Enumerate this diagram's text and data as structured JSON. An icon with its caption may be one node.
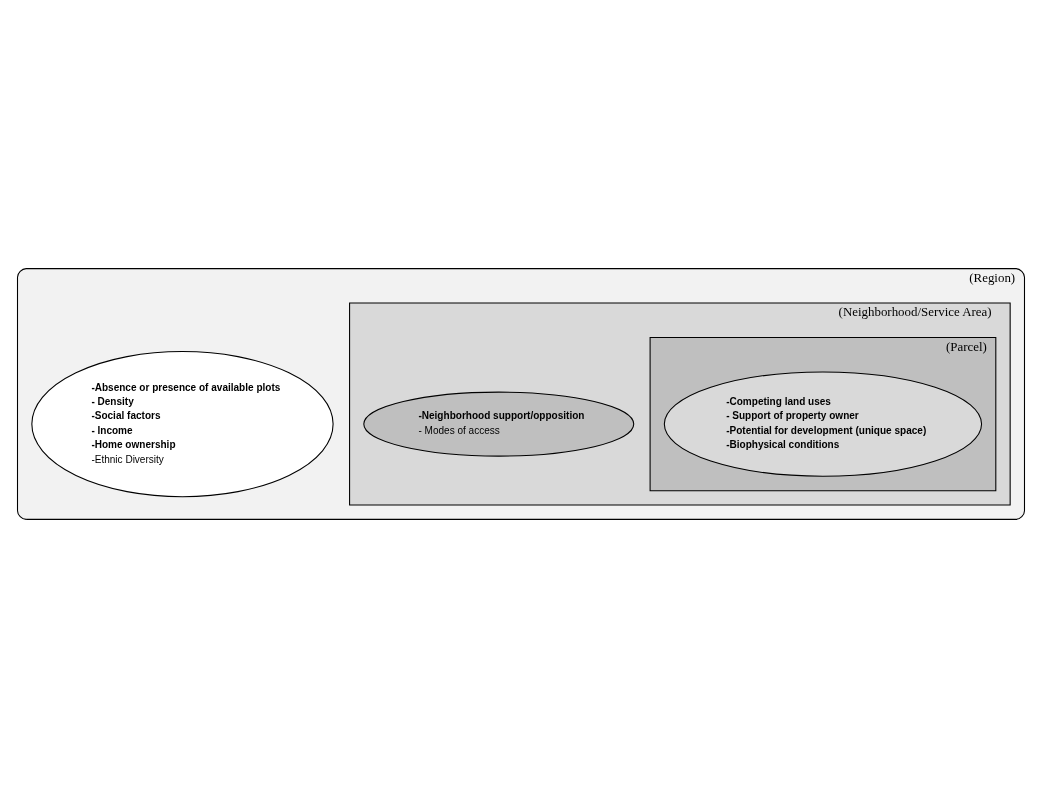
{
  "diagram": {
    "nodes": [
      {
        "text": [
          "(Region)"
        ]
      },
      {
        "text": [
          "-Absence or presence of available plots",
          "- Density",
          "-Social factors",
          "- Income",
          "-Home ownership",
          "-Ethnic Diversity"
        ],
        "in": 0
      },
      {
        "text": [
          "(Neighborhood/Service Area)"
        ],
        "in": 0
      },
      {
        "text": [
          "-Neighborhood support/opposition",
          "- Modes of access"
        ],
        "in": 2
      },
      {
        "text": [
          "(Parcel)"
        ],
        "in": 2
      },
      {
        "text": [
          "-Competing land uses",
          "- Support of property owner",
          "-Potential for development (unique space)",
          "-Biophysical conditions"
        ],
        "in": 4
      }
    ]
  }
}
